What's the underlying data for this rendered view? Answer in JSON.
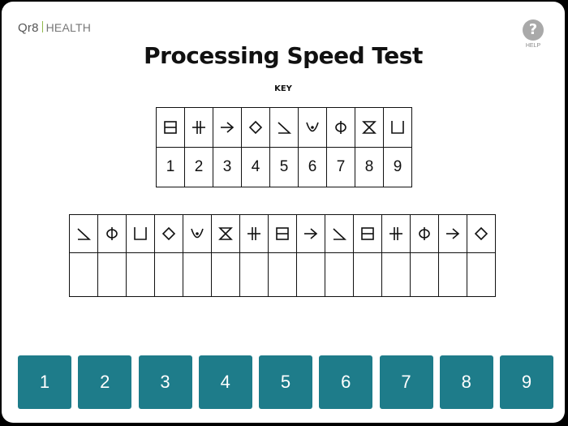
{
  "header": {
    "logo_brand": "Qr8",
    "logo_sub": "HEALTH",
    "help_icon_glyph": "?",
    "help_label": "HELP"
  },
  "title": "Processing Speed Test",
  "key_label": "KEY",
  "key": [
    {
      "symbol": "box-hline",
      "number": "1"
    },
    {
      "symbol": "double-cross",
      "number": "2"
    },
    {
      "symbol": "arrow-right",
      "number": "3"
    },
    {
      "symbol": "diamond",
      "number": "4"
    },
    {
      "symbol": "angle",
      "number": "5"
    },
    {
      "symbol": "cup-dot",
      "number": "6"
    },
    {
      "symbol": "circle-vline",
      "number": "7"
    },
    {
      "symbol": "hourglass",
      "number": "8"
    },
    {
      "symbol": "cup-square",
      "number": "9"
    }
  ],
  "test_symbols": [
    "angle",
    "circle-vline",
    "cup-square",
    "diamond",
    "cup-dot",
    "hourglass",
    "double-cross",
    "box-hline",
    "arrow-right",
    "angle",
    "box-hline",
    "double-cross",
    "circle-vline",
    "arrow-right",
    "diamond"
  ],
  "answer_buttons": [
    "1",
    "2",
    "3",
    "4",
    "5",
    "6",
    "7",
    "8",
    "9"
  ],
  "colors": {
    "button": "#1e7c8a",
    "help_circle": "#a9a9a9",
    "logo_accent": "#8fb84a"
  }
}
